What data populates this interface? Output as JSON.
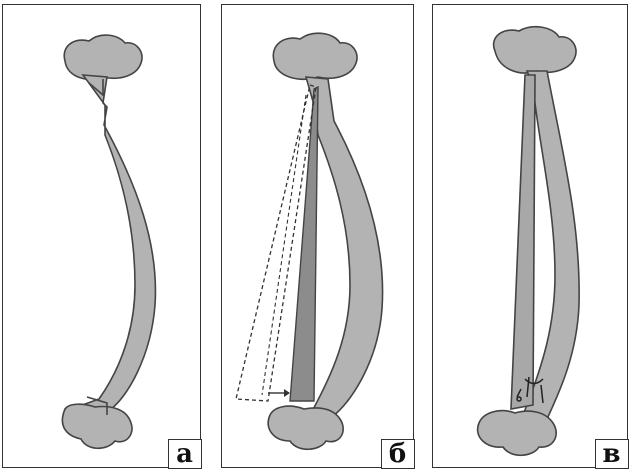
{
  "panels": [
    {
      "label": "а"
    },
    {
      "label": "б"
    },
    {
      "label": "в"
    }
  ],
  "colors": {
    "bone_fill": "#b3b3b3",
    "bone_outline": "#444444",
    "wedge_fill": "#8c8c8c",
    "dashed_line": "#333333"
  }
}
